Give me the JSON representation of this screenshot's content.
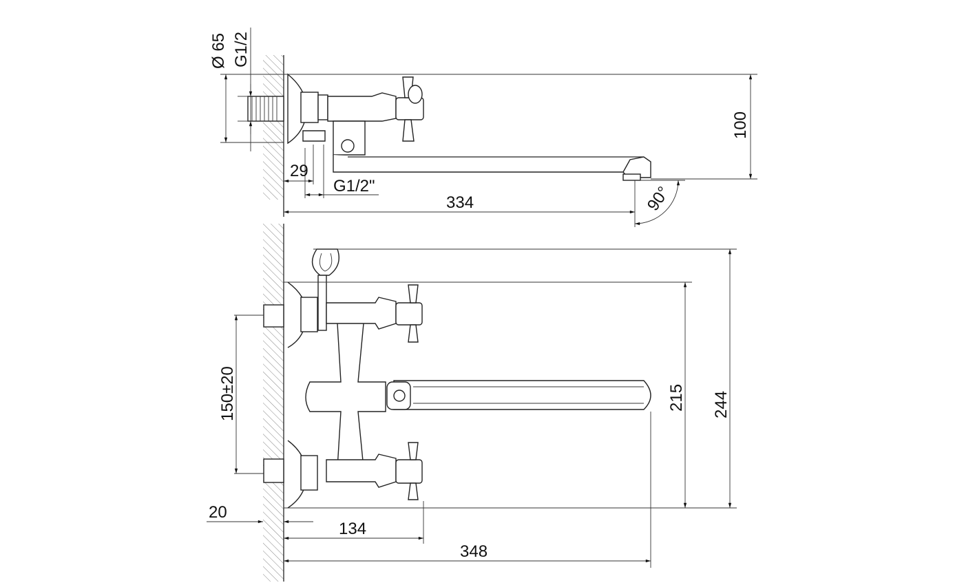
{
  "side_view": {
    "labels": {
      "flange_diameter": "Ø 65",
      "inlet_thread": "G1/2",
      "height": "100",
      "shower_offset": "29",
      "shower_thread": "G1/2\"",
      "spout_reach": "334",
      "swivel_angle": "90°"
    }
  },
  "front_view": {
    "labels": {
      "inlet_spacing": "150±20",
      "body_height": "215",
      "total_height": "244",
      "wall_thickness": "20",
      "handle_depth": "134",
      "spout_length": "348"
    }
  }
}
